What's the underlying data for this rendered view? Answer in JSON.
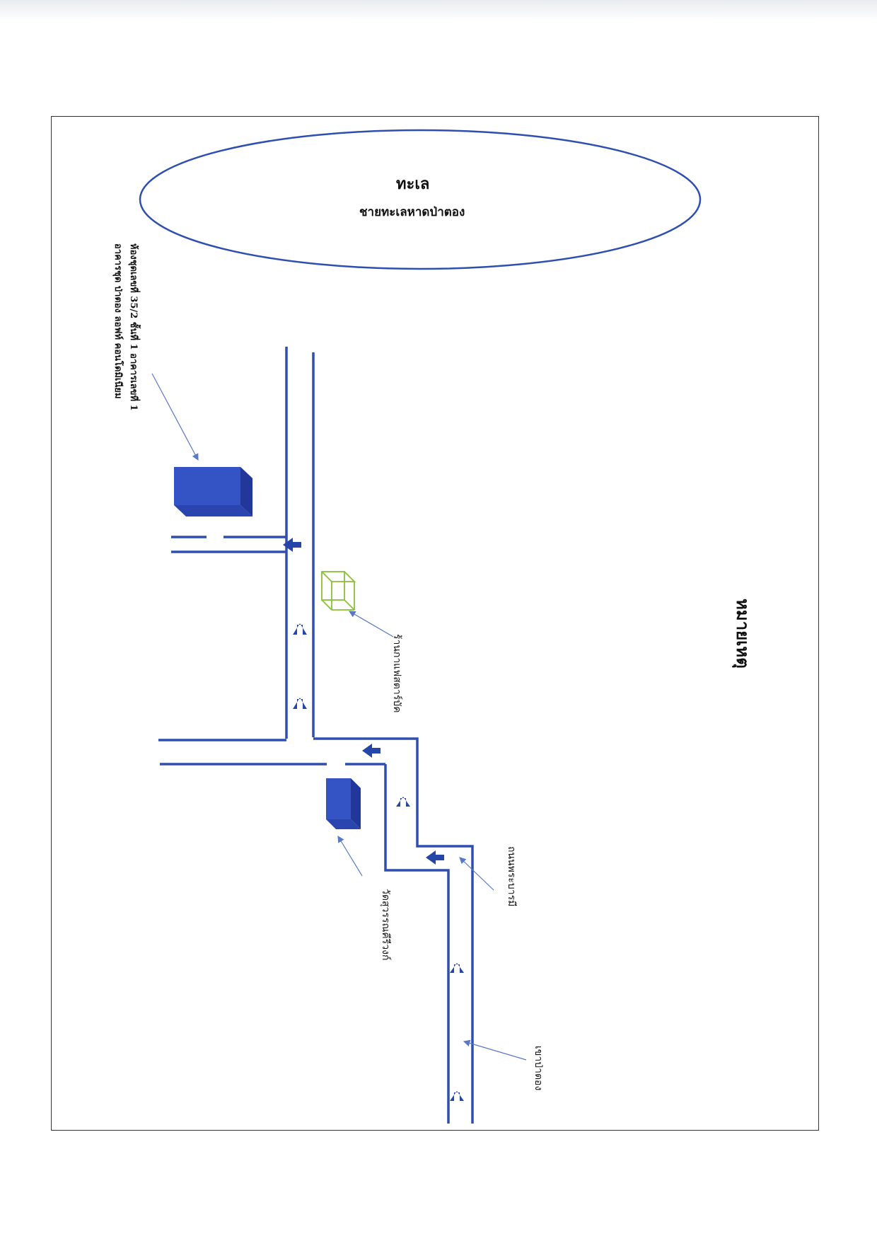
{
  "sea": {
    "title": "ทะเล",
    "subtitle": "ชายทะเลหาดป่าตอง"
  },
  "labels": {
    "condo_line1": "ห้องชุดเลขที่ 35/2 ชั้นที่ 1 อาคารเลขที่ 1",
    "condo_line2": "อาคารชุด ป่าตอง ลอฟท์ คอนโดมิเนียม",
    "shop": "ร้านกาแฟสตาร์บัค",
    "temple": "วัดสุวรรณคีรีวงก์",
    "road_phrabarami": "ถนนพระบารมี",
    "road_patong": "เขาป่าตอง"
  },
  "note": "หมายเหตุ",
  "colors": {
    "road": "#2f4fb0",
    "arrow": "#2346a8",
    "building": "#3453c4",
    "building_dark": "#22379a",
    "shop_outline": "#8bbf3a",
    "leader": "#5a78c8"
  },
  "icons": {
    "arrow_up": "arrow-up-icon",
    "arrow_left": "arrow-left-icon",
    "building": "building-icon"
  }
}
